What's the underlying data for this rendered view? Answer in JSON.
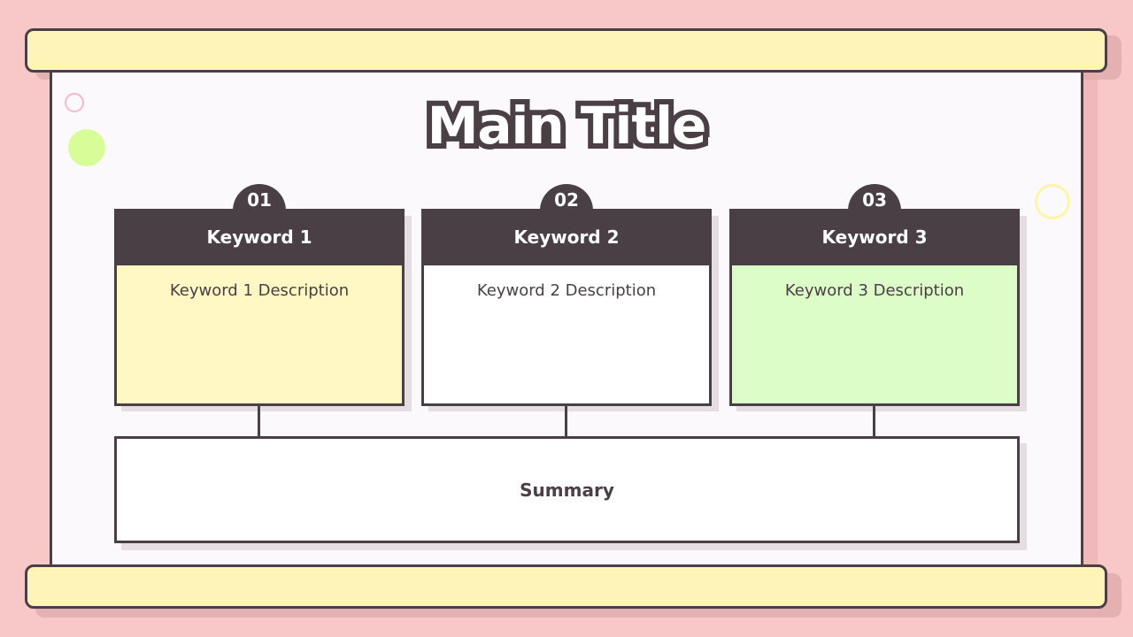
{
  "slide": {
    "title": "Main Title",
    "summary": "Summary",
    "keywords": [
      {
        "number": "01",
        "label": "Keyword 1",
        "description": "Keyword 1 Description",
        "color": "#fff8c4"
      },
      {
        "number": "02",
        "label": "Keyword 2",
        "description": "Keyword 2 Description",
        "color": "#ffffff"
      },
      {
        "number": "03",
        "label": "Keyword 3",
        "description": "Keyword 3 Description",
        "color": "#dcfcc8"
      }
    ]
  },
  "colors": {
    "background": "#f8c8c8",
    "scroll_bar": "#fff4b8",
    "board": "#fcf9fc",
    "outline": "#4a3f45",
    "header": "#4a3f45",
    "header_text": "#ffffff",
    "body_text": "#4a3f45",
    "title_fill": "#ffffff",
    "accent_green": "#d8fc98",
    "accent_pink": "#f8b8c8",
    "accent_yellow": "#fff4a8"
  }
}
